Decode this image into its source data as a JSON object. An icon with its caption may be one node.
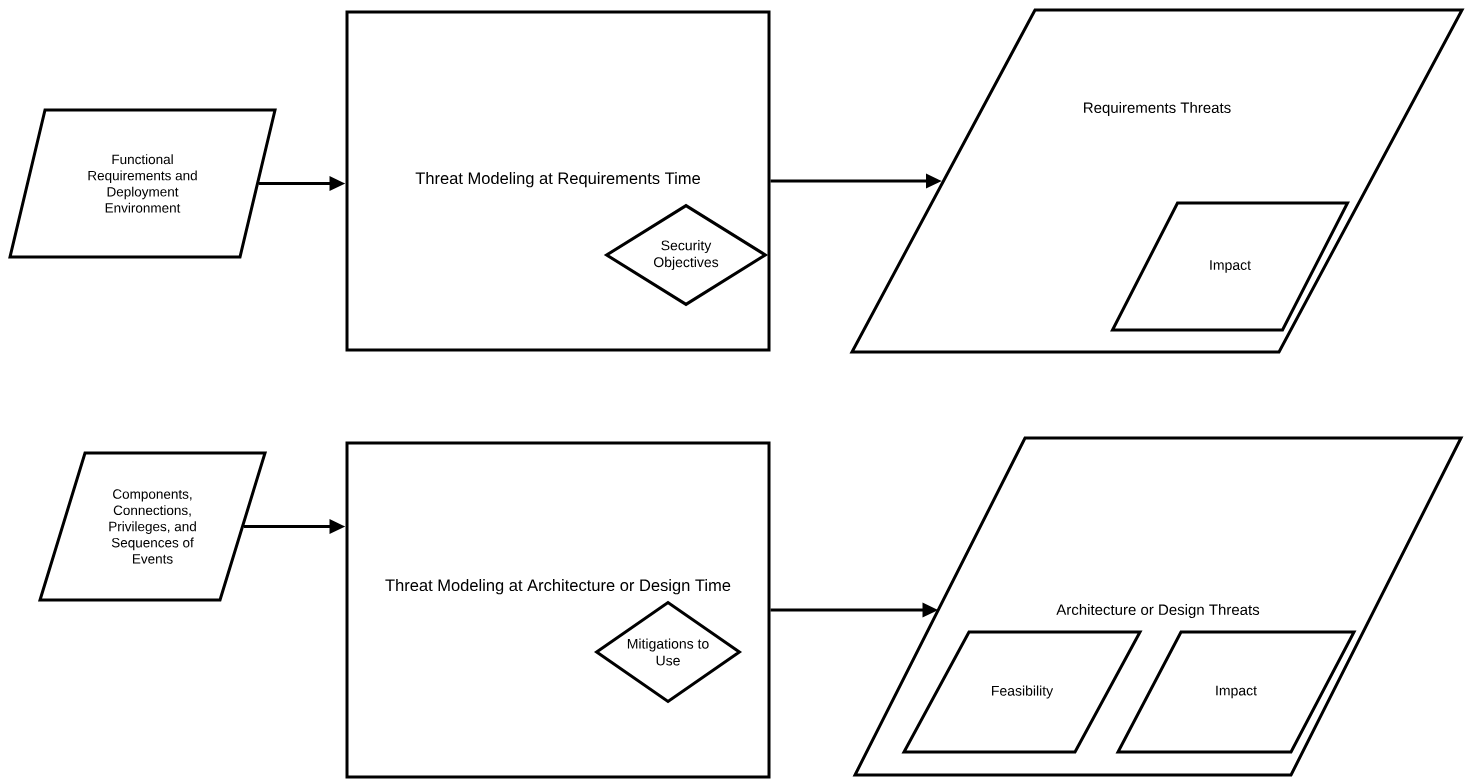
{
  "diagram": {
    "nodes": [
      {
        "text": [
          "Functional Requirements and Deployment Environment"
        ]
      },
      {
        "text": [
          "Threat Modeling at Requirements Time"
        ]
      },
      {
        "text": [
          "Security Objectives"
        ],
        "in": 1
      },
      {
        "text": [
          "Requirements Threats"
        ]
      },
      {
        "text": [
          "Impact"
        ],
        "in": 3
      },
      {
        "text": [
          "Components, Connections, Privileges, and Sequences of Events"
        ]
      },
      {
        "text": [
          "Threat Modeling at Architecture or Design Time"
        ]
      },
      {
        "text": [
          "Mitigations to Use"
        ],
        "in": 6
      },
      {
        "text": [
          "Architecture or Design Threats"
        ]
      },
      {
        "text": [
          "Feasibility"
        ],
        "in": 8
      },
      {
        "text": [
          "Impact"
        ],
        "in": 8
      }
    ],
    "edges": [
      {
        "from": 0,
        "to": 1,
        "arrow": "to"
      },
      {
        "from": 1,
        "to": 3,
        "arrow": "to"
      },
      {
        "from": 5,
        "to": 6,
        "arrow": "to"
      },
      {
        "from": 6,
        "to": 8,
        "arrow": "to"
      }
    ]
  }
}
